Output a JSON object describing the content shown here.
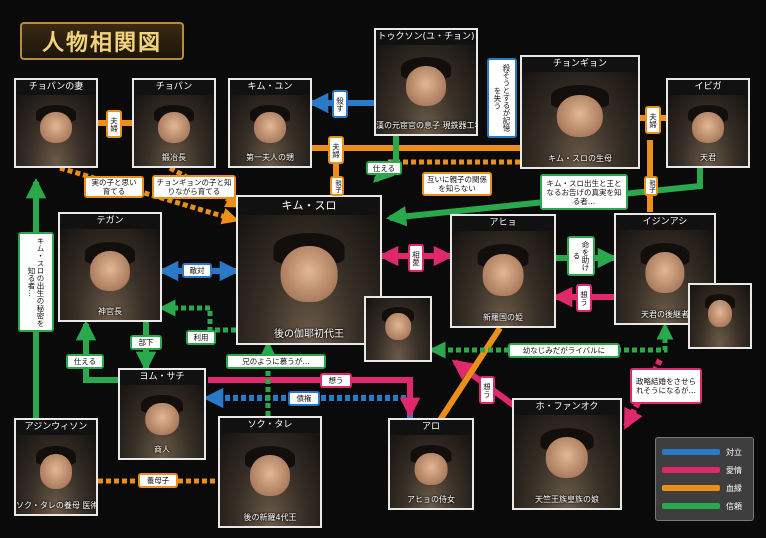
{
  "title": "人物相関図",
  "colors": {
    "blue": "#2a79c9",
    "pink": "#e0286d",
    "orange": "#ec8f16",
    "green": "#2aa84c"
  },
  "characters": {
    "tokuson": {
      "name": "トゥクソン(ユ・チョン)",
      "role": "漢の元宦官の息子 現鉄器工場主"
    },
    "chopan_wife": {
      "name": "チョパンの妻",
      "role": ""
    },
    "chopan": {
      "name": "チョパン",
      "role": "鍛冶長"
    },
    "kim_yun": {
      "name": "キム・ユン",
      "role": "第一夫人の甥"
    },
    "chongiyon": {
      "name": "チョンギョン",
      "role": "キム・スロの生母"
    },
    "ibiga": {
      "name": "イビガ",
      "role": "天君"
    },
    "tegan": {
      "name": "テガン",
      "role": "神官長"
    },
    "kim_suro": {
      "name": "キム・スロ",
      "role": "後の伽耶初代王"
    },
    "ahyo": {
      "name": "アヒョ",
      "role": "新羅国の姫"
    },
    "ijinashi": {
      "name": "イジンアシ",
      "role": "天君の後継者"
    },
    "yom_sachi": {
      "name": "ヨム・サチ",
      "role": "商人"
    },
    "sok_tare": {
      "name": "ソク・タレ",
      "role": "後の新羅4代王"
    },
    "aro": {
      "name": "アロ",
      "role": "アヒョの侍女"
    },
    "ho_fanok": {
      "name": "ホ・ファンオク",
      "role": "天竺王族皇族の娘"
    },
    "ajinwison": {
      "name": "アジンウィソン",
      "role": "ソク・タレの養母 医術に優れる"
    }
  },
  "relations": {
    "fuufu1": "夫婦",
    "korosu": "殺す",
    "fuufu2": "夫婦",
    "oyako1": "親子",
    "korosou": "殺そうとするが記憶を失う",
    "fuufu3": "夫婦",
    "oyako2": "親子",
    "tsukaeru1": "仕える",
    "jitsuko": "実の子と思い育てる",
    "shirinagara": "チョンギョンの子と知りながら育てる",
    "tagai": "互いに親子の関係を知らない",
    "shussei": "キム・スロ出生と王となるお告げの真実を知る者…",
    "himitsu": "キム・スロの出生の秘密を知る者…",
    "tekitai": "敵対",
    "soai": "相愛",
    "inochi": "命を助ける",
    "omou1": "想う",
    "buka": "部下",
    "riyou": "利用",
    "osananajimi": "幼なじみだがライバルに",
    "tsukaeru2": "仕える",
    "ani": "兄のように慕うが…",
    "omou2": "想う",
    "saiken": "債権",
    "omou3": "想う",
    "seiryaku": "政略結婚をさせられそうになるが…",
    "yoboshi": "養母子"
  },
  "legend": [
    {
      "label": "対立",
      "color": "#2a79c9"
    },
    {
      "label": "愛情",
      "color": "#e0286d"
    },
    {
      "label": "血縁",
      "color": "#ec8f16"
    },
    {
      "label": "信頼",
      "color": "#2aa84c"
    }
  ]
}
